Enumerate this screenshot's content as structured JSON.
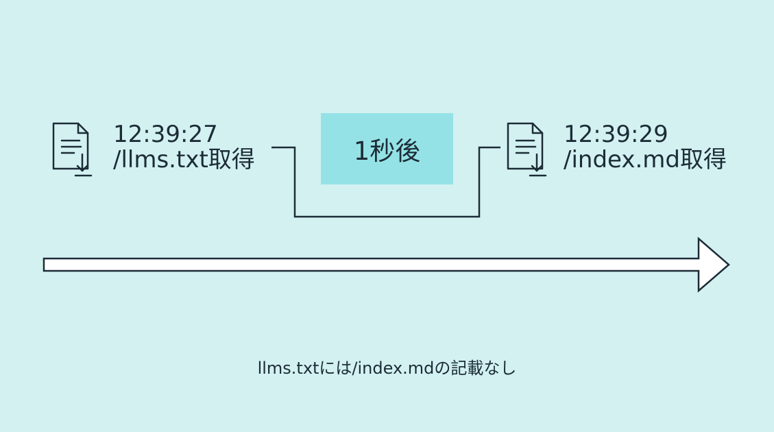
{
  "left_event": {
    "time": "12:39:27",
    "action": "/llms.txt取得",
    "icon": "document-download-icon"
  },
  "delay": {
    "label": "1秒後"
  },
  "right_event": {
    "time": "12:39:29",
    "action": "/index.md取得",
    "icon": "document-download-icon"
  },
  "timeline": {
    "icon": "arrow-right-icon"
  },
  "caption": "llms.txtには/index.mdの記載なし",
  "colors": {
    "background": "#d3f1f1",
    "delay_box": "#95e2e6",
    "stroke": "#1c2c37",
    "arrow_fill": "#ffffff"
  }
}
